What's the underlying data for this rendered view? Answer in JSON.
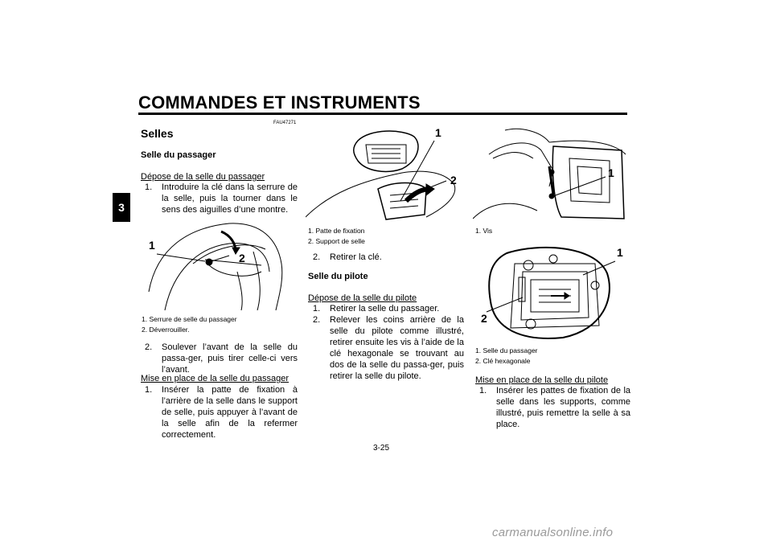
{
  "header": {
    "title": "COMMANDES ET INSTRUMENTS",
    "chapter": "3",
    "page": "3-25"
  },
  "col1": {
    "code": "FAU47271",
    "title": "Selles",
    "subtitle": "Selle du passager",
    "section1": "Dépose de la selle du passager",
    "step1_num": "1.",
    "step1_text": "Introduire la clé dans la serrure de la selle, puis la tourner dans le sens des aiguilles d’une montre.",
    "fig_labels": [
      "1",
      "2"
    ],
    "caption1": "1.  Serrure de selle du passager",
    "caption2": "2.  Déverrouiller.",
    "step2_num": "2.",
    "step2_text": "Soulever l’avant de la selle du passa-ger, puis tirer celle-ci vers l’avant.",
    "section2": "Mise en place de la selle du passager",
    "step3_num": "1.",
    "step3_text": "Insérer la patte de fixation à l’arrière de la selle dans le support de selle, puis appuyer à l’avant de la selle afin de la refermer correctement."
  },
  "col2": {
    "fig_labels": [
      "1",
      "2"
    ],
    "caption1": "1.  Patte de fixation",
    "caption2": "2.  Support de selle",
    "step1_num": "2.",
    "step1_text": "Retirer la clé.",
    "subtitle": "Selle du pilote",
    "section": "Dépose de la selle du pilote",
    "step2_num": "1.",
    "step2_text": "Retirer la selle du passager.",
    "step3_num": "2.",
    "step3_text": "Relever les coins arrière de la selle du pilote comme illustré, retirer ensuite les vis à l’aide de la clé hexagonale se trouvant au dos de la selle du passa-ger, puis retirer la selle du pilote."
  },
  "col3": {
    "fig1_label": "1",
    "caption1": "1.  Vis",
    "fig2_labels": [
      "1",
      "2"
    ],
    "caption2a": "1.  Selle du passager",
    "caption2b": "2.  Clé hexagonale",
    "section": "Mise en place de la selle du pilote",
    "step1_num": "1.",
    "step1_text": "Insérer les pattes de fixation de la selle dans les supports, comme illustré, puis remettre la selle à sa place."
  },
  "footer": {
    "watermark": "carmanualsonline.info"
  }
}
